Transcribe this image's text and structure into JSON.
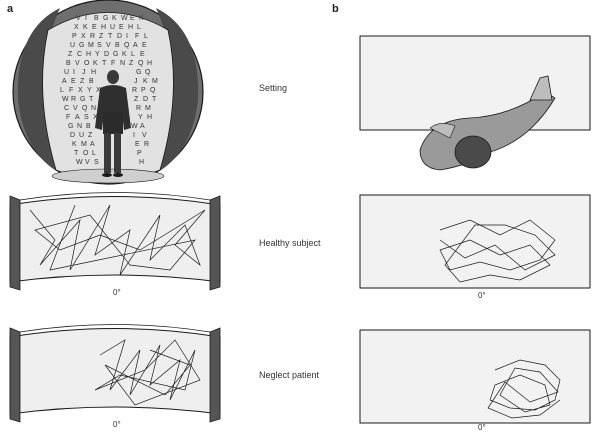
{
  "panels": {
    "a": "a",
    "b": "b"
  },
  "rows": [
    {
      "label": "Setting"
    },
    {
      "label": "Healthy subject"
    },
    {
      "label": "Neglect patient"
    }
  ],
  "degree_label": "0°",
  "dome_letters": "VIBGKWEKXKEHUEHLPXRZTDIFLUGMSVBQAEZCHYDGKLEBVOKTFNZQHUIJHGQAEZBJKMLFXYXRPQWRGTZDTCVQNRMFASXYHGNBCWADUZIVKMAERTOLPWVSHGIUIKUHFDRJIUYBHXCOPKLPNHFEAWDYTNJUESMHIWXZGQEV",
  "colors": {
    "line": "#1a1a1a",
    "screen": "#f0f0f0",
    "shade": "#5a5a5a"
  }
}
